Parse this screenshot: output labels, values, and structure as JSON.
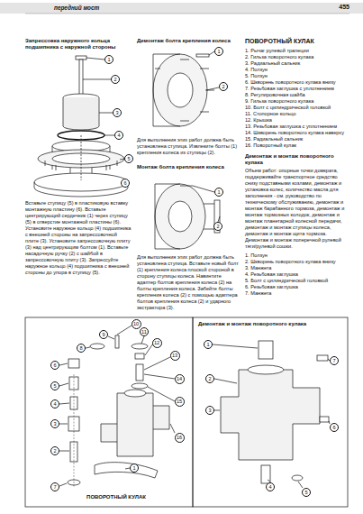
{
  "diagram": {
    "title": "передний мост",
    "nodes": [
      {
        "text": [
          "1"
        ]
      },
      {
        "text": [
          "2"
        ]
      },
      {
        "text": [
          "3"
        ]
      },
      {
        "text": [
          "4"
        ]
      },
      {
        "text": [
          "5"
        ]
      },
      {
        "text": [
          "6"
        ]
      },
      {
        "text": [
          "1"
        ]
      },
      {
        "text": [
          "2"
        ]
      },
      {
        "text": [
          "1"
        ]
      },
      {
        "text": [
          "2"
        ]
      },
      {
        "text": [
          "1"
        ]
      },
      {
        "text": [
          "2"
        ]
      },
      {
        "text": [
          "3"
        ]
      },
      {
        "text": [
          "4"
        ]
      },
      {
        "text": [
          "5"
        ]
      },
      {
        "text": [
          "6"
        ]
      },
      {
        "text": [
          "7"
        ]
      },
      {
        "text": [
          "8"
        ]
      },
      {
        "text": [
          "9"
        ]
      },
      {
        "text": [
          "10"
        ]
      },
      {
        "text": [
          "11"
        ]
      },
      {
        "text": [
          "12"
        ]
      },
      {
        "text": [
          "13"
        ]
      },
      {
        "text": [
          "14"
        ]
      },
      {
        "text": [
          "15"
        ]
      },
      {
        "text": [
          "16"
        ]
      },
      {
        "text": [
          "1"
        ]
      },
      {
        "text": [
          "2"
        ]
      },
      {
        "text": [
          "3"
        ]
      },
      {
        "text": [
          "4"
        ]
      },
      {
        "text": [
          "5"
        ]
      },
      {
        "text": [
          "6"
        ]
      },
      {
        "text": [
          "7"
        ]
      }
    ],
    "labels": [
      "455",
      "Запрессовка наружного кольца подшипника с наружной стороны",
      "Вставьте ступицу (5) в пластиковую вставку монтажную пластину (6). Вставьте центрирующий сердечник (1) через ступицу (5) в отверстие монтажной пластины (6). Установите наружное кольцо (4) подшипника с внешней стороны на запрессовочной плите (3). Установите запрессовочную плиту (3) над центрирующим болтом (1). Вставьте насадочную ручку (2) с шайбой в запрессовочную плиту (3). Запрессуйте наружное кольцо (4) подшипника с внешней стороны до упора в ступицу (5).",
      "Демонтаж болта крепления колеса",
      "Для выполнения этих работ должна быть установлена ступица. Извлеките болты (1) крепления колеса из ступицы (2).",
      "Монтаж болта крепления колеса",
      "Для выполнения этих работ должна быть установлена ступица. Вставьте новый болт (1) крепления колеса плоской стороной в сторону ступицы колеса. Навинтите адаптер болтов крепления колеса (2) на болты крепления колеса. Забейте болты крепления колеса (2) с помощью адаптера болтов крепления колеса (2) и ударного экстрактора (3).",
      "ПОВОРОТНЫЙ КУЛАК",
      "1. Рычаг рулевой трапеции",
      "2. Гильза поворотного кулака",
      "3. Радиальный сальник",
      "4. Ползун",
      "5. Ползун",
      "6. Шкворень поворотного кулака внизу",
      "7. Резьбовая заглушка с уплотнением",
      "8. Регулировочная шайба",
      "9. Гильза поворотного кулака",
      "10. Болт с цилиндрической головкой",
      "11. Стопорное кольцо",
      "12. Крышка",
      "13. Резьбовая заглушка с уплотнением",
      "14. Шкворень поворотного кулака наверху",
      "15. Радиальный сальник",
      "16. Поворотный кулак",
      "Демонтаж и монтаж поворотного кулака",
      "Объем работ: опорные точки домкрата, поддерживайте транспортное средство снизу подставными козлами, демонтаж и установка колес, количество масла для заполнения - см. руководство по техническому обслуживанию, демонтаж и монтаж барабанного тормоза, демонтаж и монтаж тормозных колодок, демонтаж и монтаж планетарной колесной передачи, демонтаж и монтаж ступицы колеса, демонтаж и монтаж щита тормоза. Демонтаж и монтаж поперечной рулевой тяги/рулевой сошки.",
      "1. Ползун",
      "2. Шкворень поворотного кулака внизу",
      "3. Манжета",
      "4. Резьбовая заглушка",
      "5. Болт с цилиндрической головкой",
      "6. Резьбовая заглушка",
      "7. Манжета",
      "ПОВОРОТНЫЙ КУЛАК",
      "Демонтаж и монтаж поворотного кулака"
    ]
  }
}
